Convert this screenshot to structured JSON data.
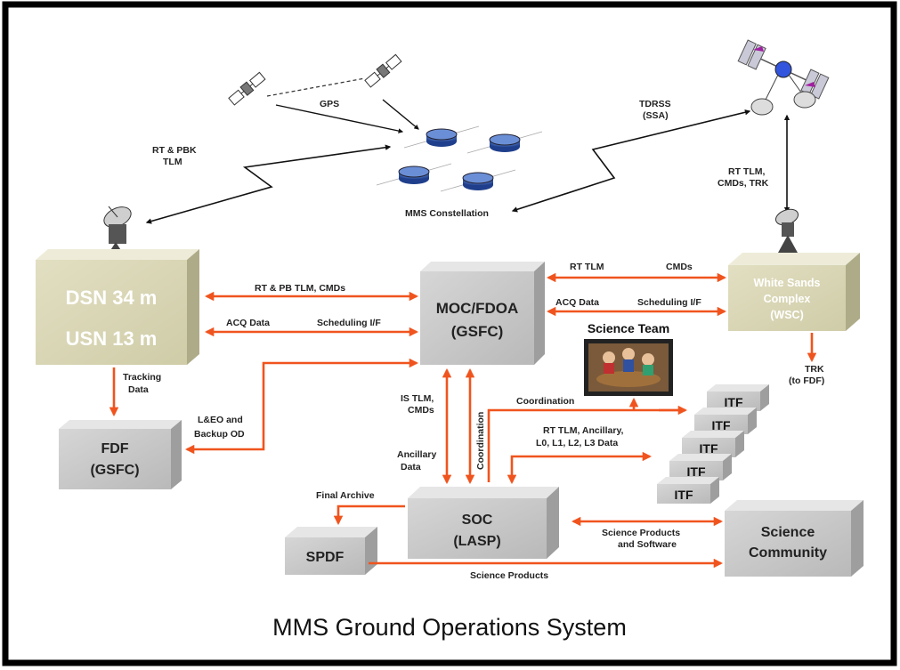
{
  "caption": "MMS Ground Operations System",
  "space": {
    "gps_label": "GPS",
    "tdrss_label": [
      "TDRSS",
      "(SSA)"
    ],
    "constellation_label": "MMS Constellation",
    "rt_pbk_tlm_label": [
      "RT & PBK",
      "TLM"
    ],
    "rt_tlm_cmds_trk_label": [
      "RT TLM,",
      "CMDs, TRK"
    ]
  },
  "boxes": {
    "dsn": [
      "DSN 34 m",
      "USN 13 m"
    ],
    "moc": [
      "MOC/FDOA",
      "(GSFC)"
    ],
    "wsc": [
      "White Sands",
      "Complex",
      "(WSC)"
    ],
    "fdf": [
      "FDF",
      "(GSFC)"
    ],
    "soc": [
      "SOC",
      "(LASP)"
    ],
    "spdf": "SPDF",
    "science_community": [
      "Science",
      "Community"
    ],
    "science_team": "Science Team",
    "itf": [
      "ITF",
      "ITF",
      "ITF",
      "ITF",
      "ITF"
    ]
  },
  "flows": {
    "rt_pb_tlm_cmds": "RT & PB TLM, CMDs",
    "acq_data_left": "ACQ Data",
    "scheduling_if_left": "Scheduling I/F",
    "rt_tlm_top": "RT TLM",
    "cmds_top": "CMDs",
    "acq_data_right": "ACQ Data",
    "scheduling_if_right": "Scheduling I/F",
    "tracking_data": [
      "Tracking",
      "Data"
    ],
    "leo_backup_od": [
      "L&EO and",
      "Backup OD"
    ],
    "trk_to_fdf": [
      "TRK",
      "(to FDF)"
    ],
    "is_tlm_cmds": [
      "IS TLM,",
      "CMDs"
    ],
    "ancillary_data": [
      "Ancillary",
      "Data"
    ],
    "coordination_vertical": "Coordination",
    "coordination": "Coordination",
    "rt_tlm_ancillary": [
      "RT TLM, Ancillary,",
      "L0, L1, L2, L3 Data"
    ],
    "final_archive": "Final Archive",
    "science_products_software": [
      "Science Products",
      "and Software"
    ],
    "science_products": "Science Products"
  },
  "colors": {
    "arrow": "#f0541e",
    "box_gray": "#c8c8c8",
    "box_olive": "#d9d6b6",
    "border": "#000000"
  }
}
